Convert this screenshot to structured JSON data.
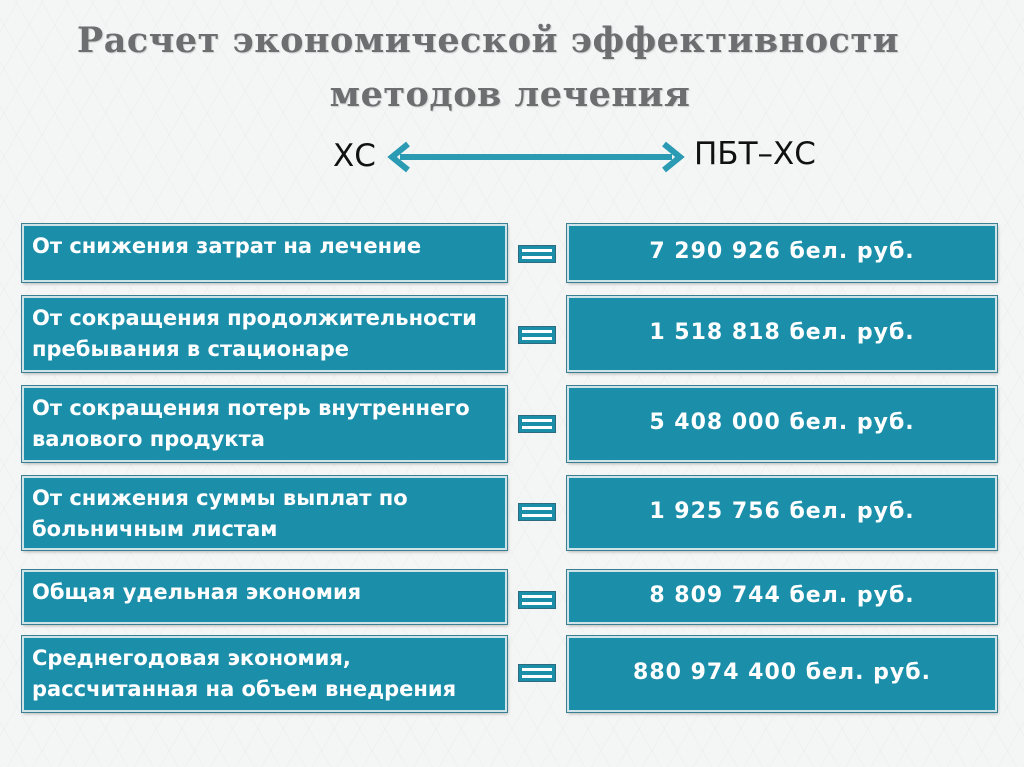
{
  "title": {
    "line1": "Расчет экономической эффективности",
    "line2": "методов лечения"
  },
  "comparison": {
    "left_label": "ХС",
    "right_label": "ПБТ–ХС"
  },
  "rows": [
    {
      "label": "От снижения затрат на лечение",
      "value": "7 290 926 бел. руб."
    },
    {
      "label": "От сокращения продолжительности пребывания в стационаре",
      "value": "1 518 818 бел. руб."
    },
    {
      "label": "От сокращения потерь внутреннего валового продукта",
      "value": "5 408 000 бел. руб."
    },
    {
      "label": "От снижения суммы выплат по больничным листам",
      "value": "1 925 756 бел. руб."
    },
    {
      "label": "Общая удельная экономия",
      "value": "8 809 744 бел. руб."
    },
    {
      "label": "Среднегодовая экономия, рассчитанная на объем внедрения",
      "value": "880 974 400 бел. руб."
    }
  ],
  "colors": {
    "box_fill": "#1b8faa",
    "arrow": "#2b9ab3",
    "title_text": "#6d6e70"
  }
}
